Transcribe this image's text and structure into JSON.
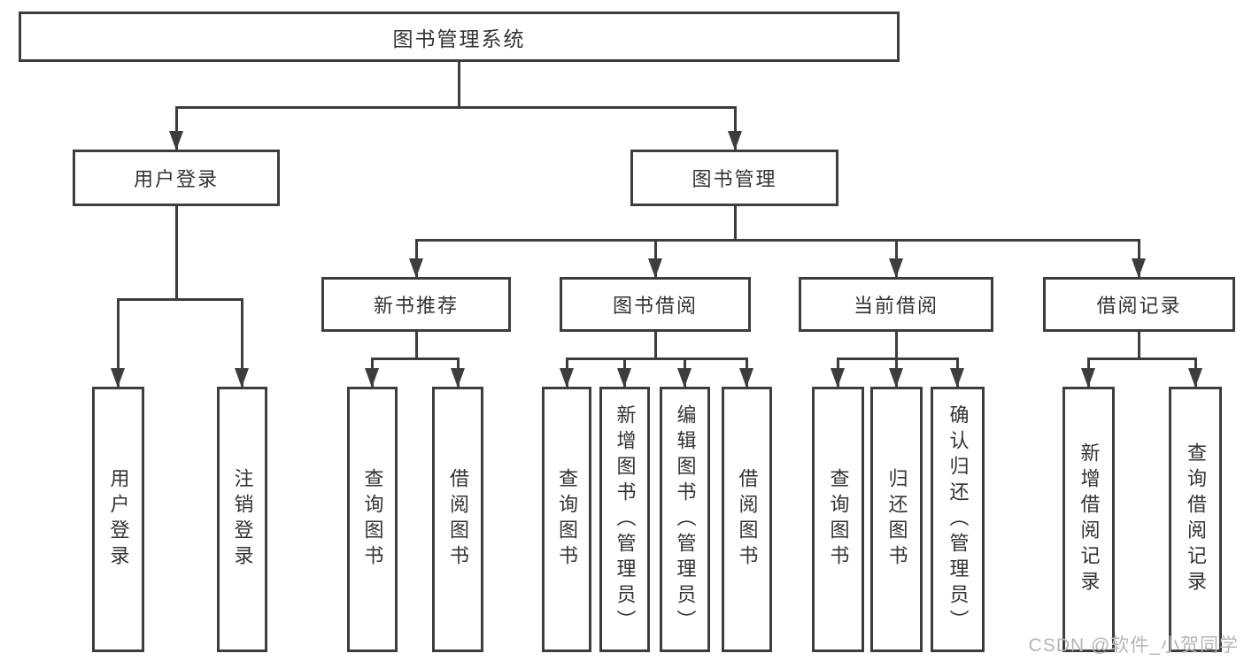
{
  "nodes": {
    "root": "图书管理系统",
    "user_login": "用户登录",
    "book_mgmt": "图书管理",
    "new_book_rec": "新书推荐",
    "book_borrow": "图书借阅",
    "current_borrow": "当前借阅",
    "borrow_records": "借阅记录",
    "leaf_user_login": "用户登录",
    "leaf_logout": "注销登录",
    "leaf_query_book_1": "查询图书",
    "leaf_borrow_book_1": "借阅图书",
    "leaf_query_book_2": "查询图书",
    "leaf_add_book": "新增图书（管理员）",
    "leaf_edit_book": "编辑图书（管理员）",
    "leaf_borrow_book_2": "借阅图书",
    "leaf_query_book_3": "查询图书",
    "leaf_return_book": "归还图书",
    "leaf_confirm_return": "确认归还（管理员）",
    "leaf_add_record": "新增借阅记录",
    "leaf_query_record": "查询借阅记录"
  },
  "hierarchy": {
    "root": [
      "user_login",
      "book_mgmt"
    ],
    "user_login": [
      "leaf_user_login",
      "leaf_logout"
    ],
    "book_mgmt": [
      "new_book_rec",
      "book_borrow",
      "current_borrow",
      "borrow_records"
    ],
    "new_book_rec": [
      "leaf_query_book_1",
      "leaf_borrow_book_1"
    ],
    "book_borrow": [
      "leaf_query_book_2",
      "leaf_add_book",
      "leaf_edit_book",
      "leaf_borrow_book_2"
    ],
    "current_borrow": [
      "leaf_query_book_3",
      "leaf_return_book",
      "leaf_confirm_return"
    ],
    "borrow_records": [
      "leaf_add_record",
      "leaf_query_record"
    ]
  },
  "watermark": "CSDN @软件_小贺同学",
  "colors": {
    "line": "#3d3d3d",
    "text": "#333333",
    "watermark": "#b6b6b6",
    "background": "#ffffff"
  }
}
